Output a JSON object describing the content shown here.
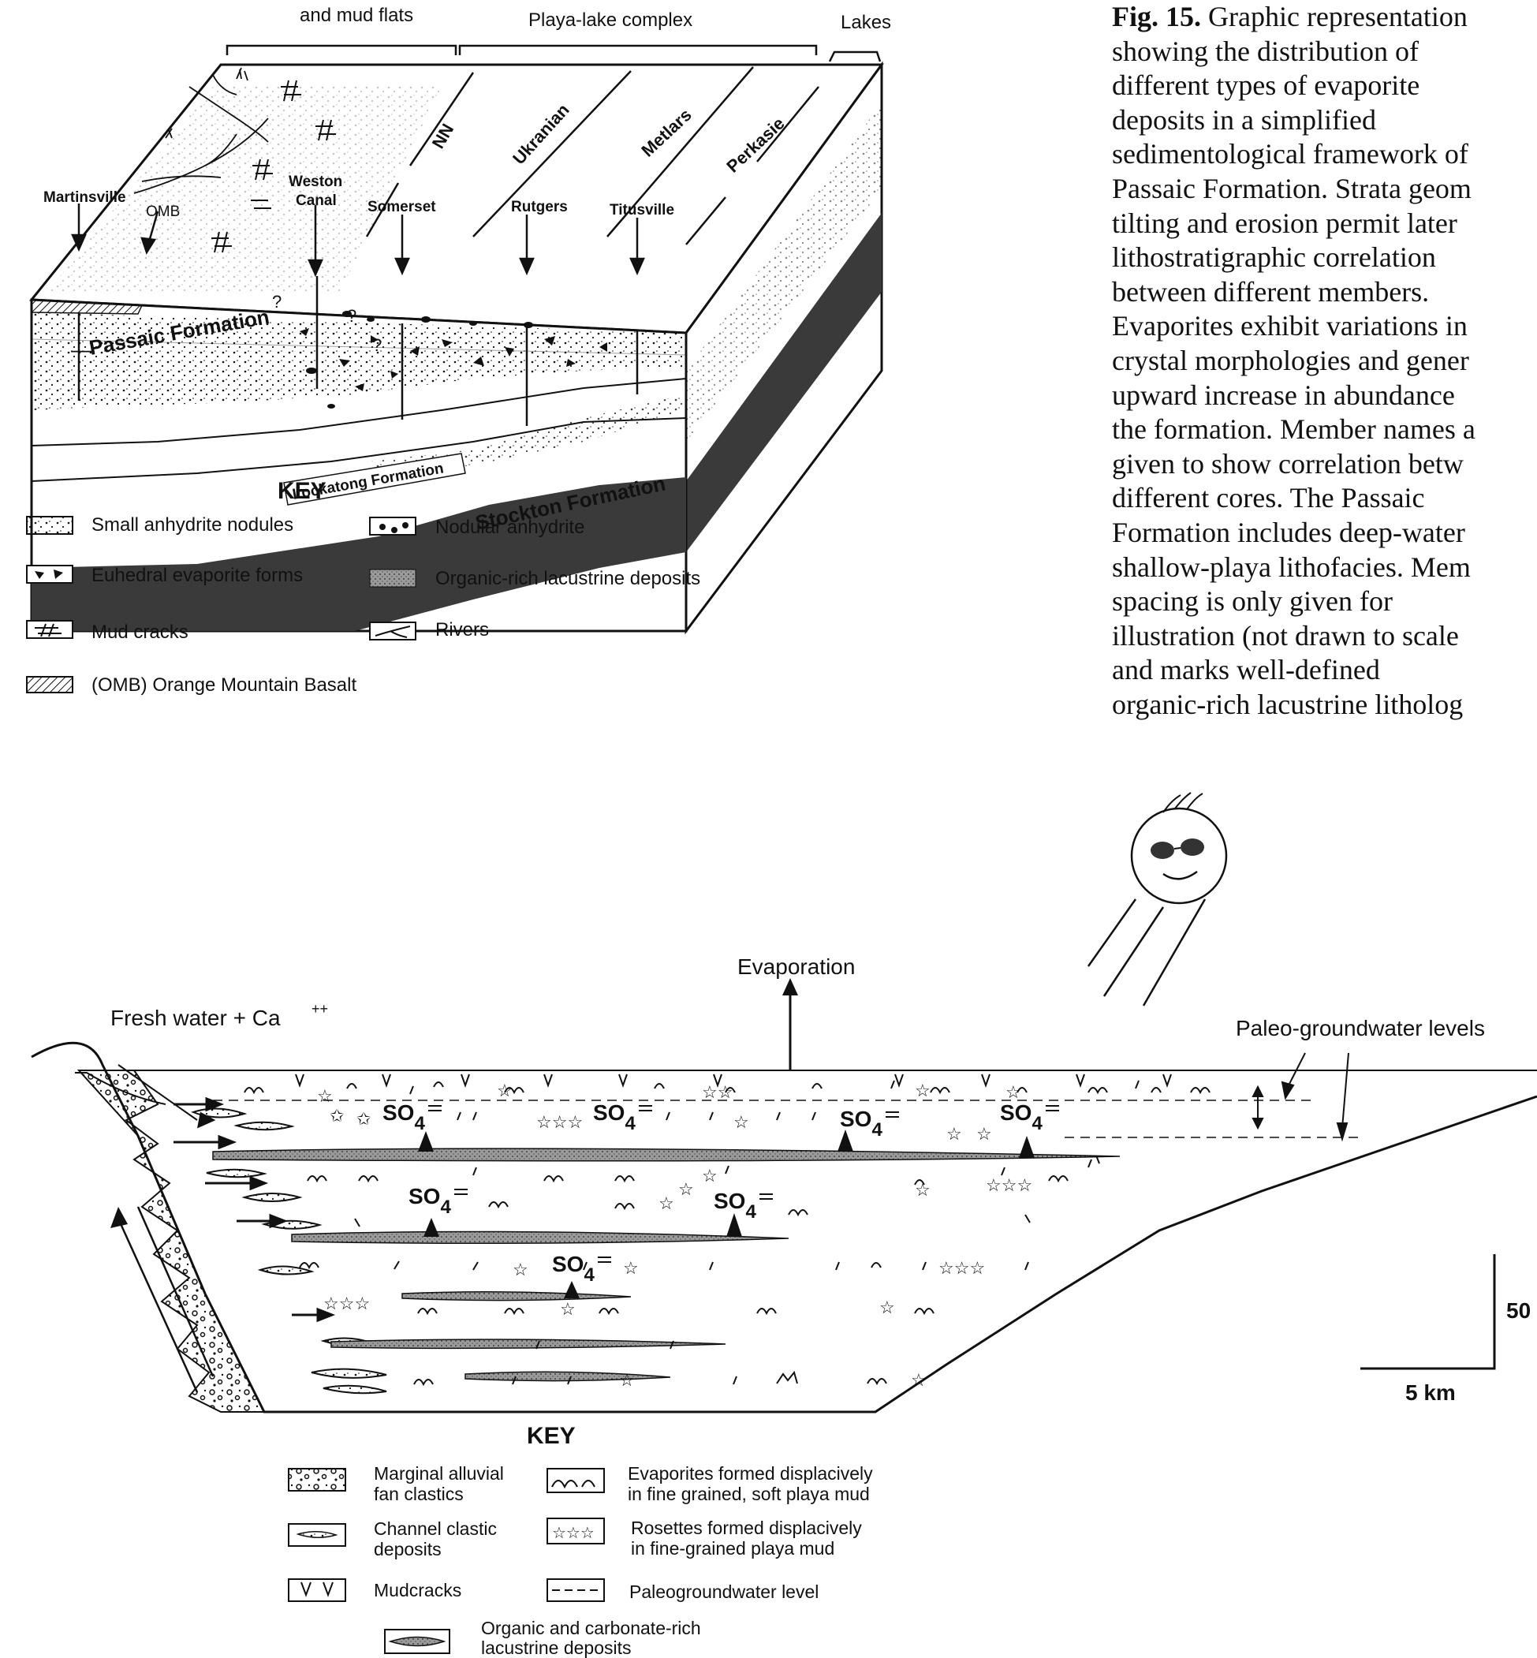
{
  "top": {
    "zones": {
      "left": "and mud flats",
      "middle": "Playa-lake complex",
      "right": "Lakes"
    },
    "members": [
      "NN",
      "Ukranian",
      "Metlars",
      "Perkasie"
    ],
    "cores": {
      "martinsville": "Martinsville",
      "omb": "OMB",
      "weston_1": "Weston",
      "weston_2": "Canal",
      "somerset": "Somerset",
      "rutgers": "Rutgers",
      "titusville": "Titusville"
    },
    "formations": {
      "passaic": "Passaic Formation",
      "lockatong": "Lockatong Formation",
      "stockton": "Stockton Formation"
    },
    "question_mark": "?",
    "key": {
      "title": "KEY",
      "small_anhydrite": "Small anhydrite nodules",
      "nodular_anhydrite": "Nodular anhydrite",
      "euhedral": "Euhedral evaporite forms",
      "organic_rich": "Organic-rich lacustrine deposits",
      "mud_cracks": "Mud cracks",
      "rivers": "Rivers",
      "omb": "(OMB) Orange Mountain Basalt"
    }
  },
  "caption": {
    "fig_label": "Fig. 15.",
    "line_1": " Graphic representation",
    "lines": [
      "showing the distribution of",
      "different types of evaporite",
      "deposits in a simplified",
      "sedimentological framework of",
      "Passaic Formation. Strata geom",
      "tilting and erosion permit later",
      "lithostratigraphic correlation",
      "between different members.",
      "Evaporites exhibit variations in",
      "crystal morphologies and gener",
      "upward increase in abundance",
      "the formation. Member names a",
      "given to show correlation betw",
      "different cores. The Passaic",
      "Formation includes deep-water",
      "shallow-playa lithofacies. Mem",
      "spacing is only given for",
      "illustration (not drawn to scale",
      "and marks well-defined",
      "organic-rich lacustrine litholog"
    ]
  },
  "bottom": {
    "evaporation": "Evaporation",
    "fresh_water": "Fresh water + Ca",
    "fresh_water_sup": "++",
    "paleo_levels": "Paleo-groundwater levels",
    "sulfate": "SO",
    "sulfate_sub": "4",
    "scale_vertical": "50",
    "scale_horizontal": "5 km",
    "key": {
      "title": "KEY",
      "alluvial_1": "Marginal alluvial",
      "alluvial_2": "fan clastics",
      "evap_displacive_1": "Evaporites formed displacively",
      "evap_displacive_2": "in fine grained, soft playa mud",
      "channel_1": "Channel clastic",
      "channel_2": "deposits",
      "rosettes_1": "Rosettes formed displacively",
      "rosettes_2": "in fine-grained playa mud",
      "mudcracks": "Mudcracks",
      "paleo_level": "Paleogroundwater level",
      "organic_1": "Organic and carbonate-rich",
      "organic_2": "lacustrine deposits"
    }
  },
  "colors": {
    "ink": "#111111",
    "dark_layer": "#3a3a3a",
    "lens_fill": "#8a8a8a",
    "paper": "#ffffff"
  }
}
